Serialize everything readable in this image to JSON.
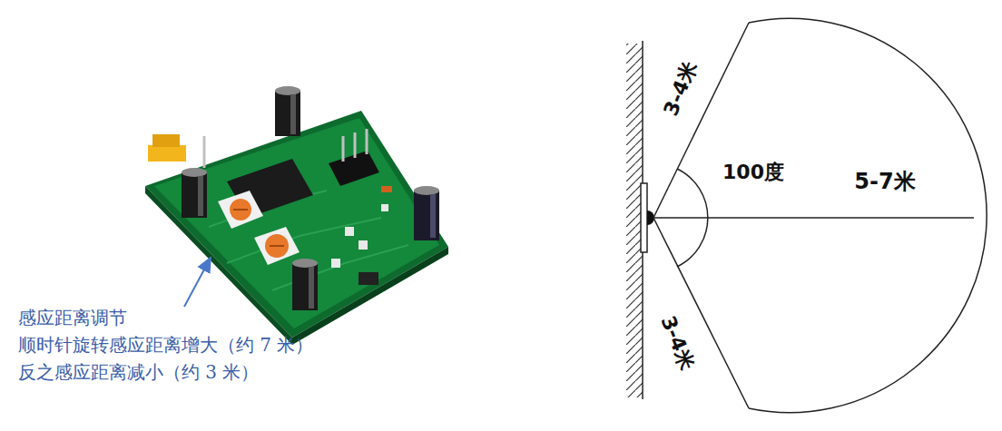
{
  "diagram": {
    "labels": [
      "感应距离调节",
      "顺时针旋转感应距离增大（约 7 米）",
      "反之感应距离减小（约 3 米）",
      "3-4米",
      "100度",
      "5-7米",
      "3-4米"
    ]
  }
}
